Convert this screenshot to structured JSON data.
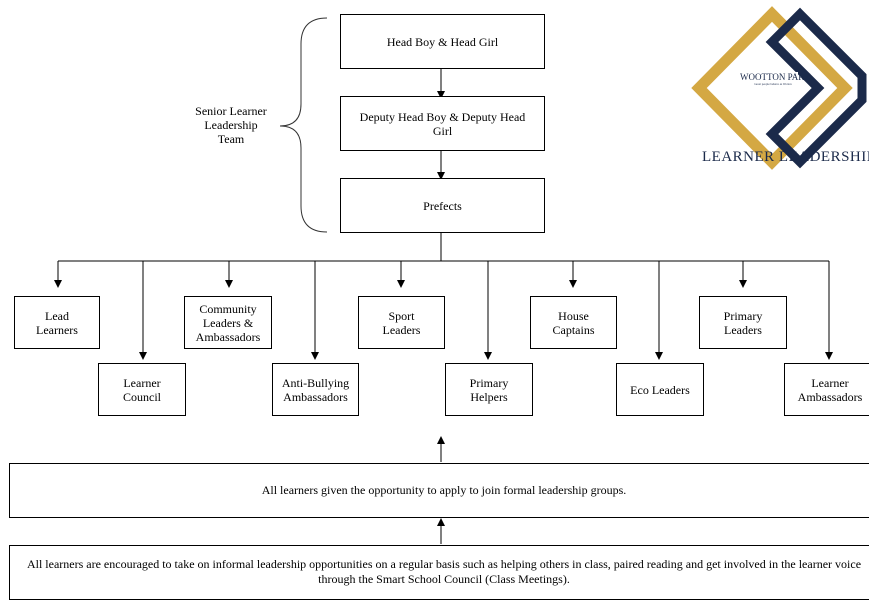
{
  "senior_team": {
    "label": "Senior Learner Leadership Team",
    "head": "Head Boy & Head Girl",
    "deputy": "Deputy Head Boy & Deputy Head Girl",
    "prefects": "Prefects"
  },
  "groups_top": [
    "Lead Learners",
    "Community Leaders & Ambassadors",
    "Sport Leaders",
    "House Captains",
    "Primary Leaders"
  ],
  "groups_bottom": [
    "Learner Council",
    "Anti-Bullying Ambassadors",
    "Primary Helpers",
    "Eco Leaders",
    "Learner Ambassadors"
  ],
  "formal_text": "All learners given the opportunity to apply to join formal leadership groups.",
  "informal_text": "All learners are encouraged to take on informal leadership opportunities on a regular basis such as helping others in class, paired reading and get involved in the learner voice through the Smart School Council (Class Meetings).",
  "logo": {
    "school_name": "WOOTTON PARK",
    "tagline": "Great people behave as Wotton",
    "caption": "LEARNER LEADERSHIP",
    "gold_color": "#d4a843",
    "navy_color": "#1b2a4a"
  }
}
